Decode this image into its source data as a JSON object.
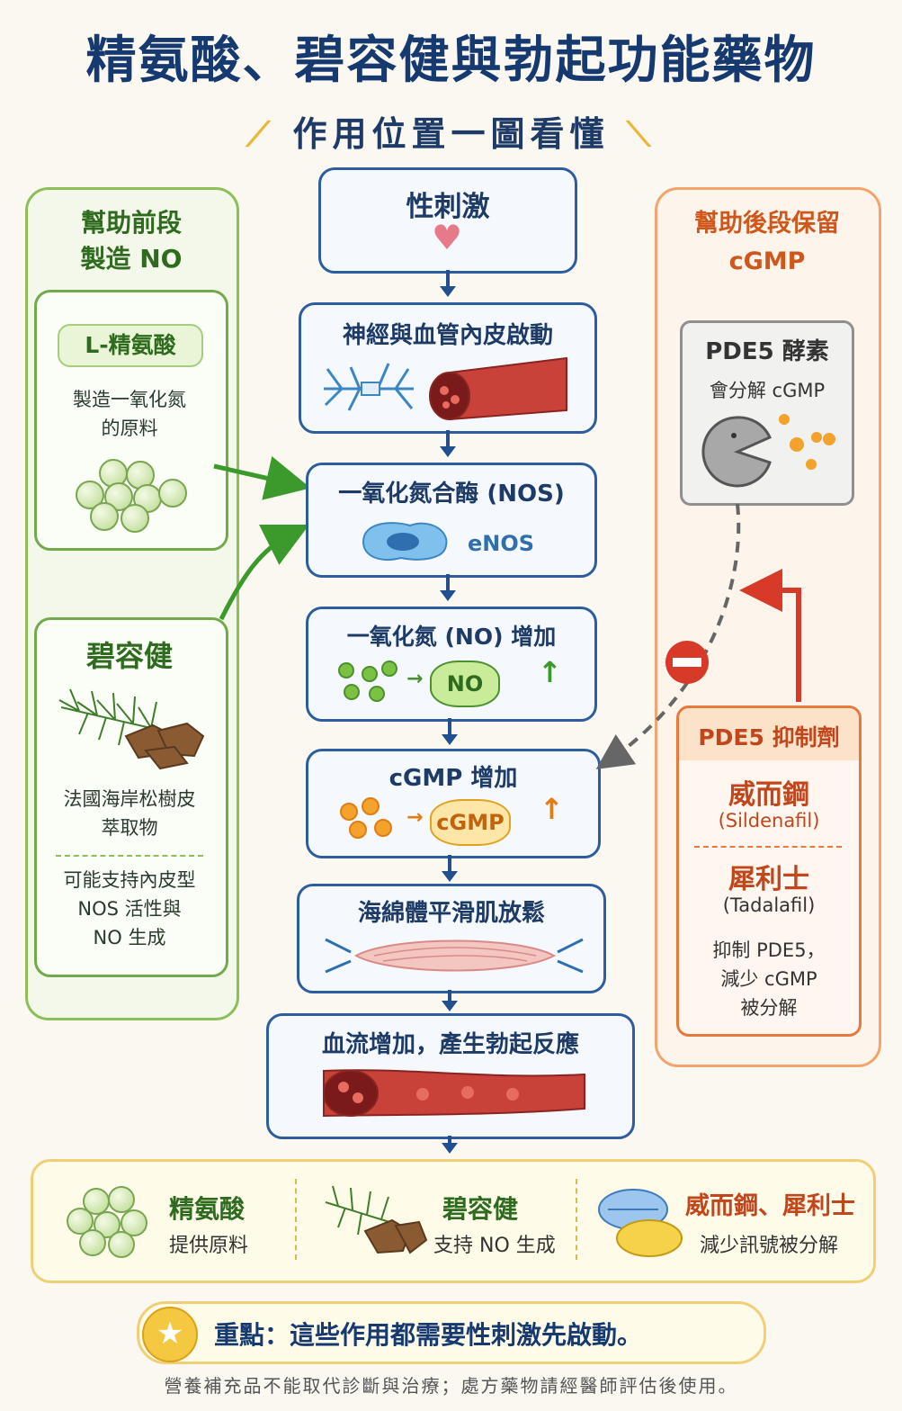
{
  "title": "精氨酸、碧容健與勃起功能藥物",
  "subtitle": "作用位置一圖看懂",
  "left_panel": {
    "heading_line1": "幫助前段",
    "heading_line2": "製造 NO",
    "arginine": {
      "label": "L-精氨酸",
      "desc_line1": "製造一氧化氮",
      "desc_line2": "的原料"
    },
    "pycnogenol": {
      "label": "碧容健",
      "desc_line1": "法國海岸松樹皮",
      "desc_line2": "萃取物",
      "note_line1": "可能支持內皮型",
      "note_line2": "NOS 活性與",
      "note_line3": "NO 生成"
    }
  },
  "flow": {
    "step1": "性刺激",
    "step2": "神經與血管內皮啟動",
    "step3": "一氧化氮合酶 (NOS)",
    "step3_sub": "eNOS",
    "step4": "一氧化氮 (NO) 增加",
    "step4_badge": "NO",
    "step5": "cGMP 增加",
    "step5_badge": "cGMP",
    "step6": "海綿體平滑肌放鬆",
    "step7": "血流增加，產生勃起反應"
  },
  "right_panel": {
    "heading_line1": "幫助後段保留",
    "heading_line2": "cGMP",
    "pde5": {
      "label": "PDE5 酵素",
      "desc": "會分解 cGMP"
    },
    "inhibitor": {
      "label": "PDE5 抑制劑",
      "drug1": "威而鋼",
      "drug1_en": "(Sildenafil)",
      "drug2": "犀利士",
      "drug2_en": "(Tadalafil)",
      "desc_line1": "抑制 PDE5，",
      "desc_line2": "減少 cGMP",
      "desc_line3": "被分解"
    }
  },
  "summary": {
    "item1_title": "精氨酸",
    "item1_desc": "提供原料",
    "item2_title": "碧容健",
    "item2_desc": "支持 NO 生成",
    "item3_title": "威而鋼、犀利士",
    "item3_desc": "減少訊號被分解"
  },
  "key_point": "重點：這些作用都需要性刺激先啟動。",
  "footer": "營養補充品不能取代診斷與治療；處方藥物請經醫師評估後使用。",
  "colors": {
    "green": "#72a94a",
    "orange": "#f2a46c",
    "blue": "#2e5d9e",
    "red": "#d83a2a"
  }
}
